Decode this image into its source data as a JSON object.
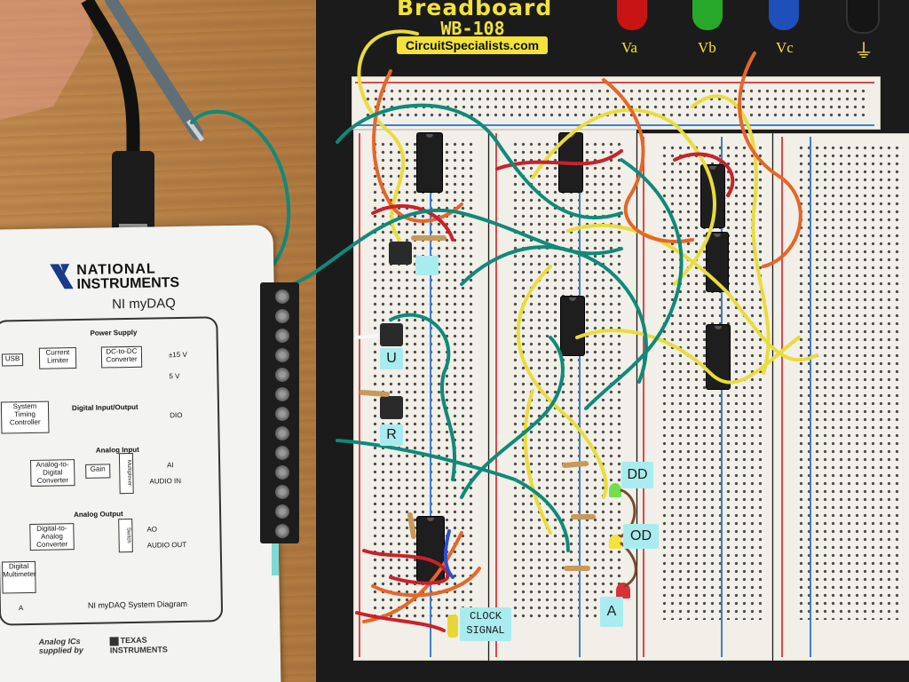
{
  "breadboard": {
    "brand": "Breadboard",
    "model": "WB-108",
    "vendor": "CircuitSpecialists.com",
    "posts": [
      "Va",
      "Vb",
      "Vc"
    ],
    "ground_symbol": "⏚"
  },
  "daq": {
    "brand_line1": "NATIONAL",
    "brand_line2": "INSTRUMENTS",
    "model": "NI myDAQ",
    "diagram": {
      "usb": "USB",
      "power_supply": "Power Supply",
      "current_limiter": "Current Limiter",
      "dc_dc_converter": "DC-to-DC Converter",
      "plus_minus_15v": "±15 V",
      "five_v": "5 V",
      "system_timing": "System Timing Controller",
      "digital_io": "Digital Input/Output",
      "dio": "DIO",
      "analog_input": "Analog Input",
      "adc": "Analog-to-Digital Converter",
      "gain": "Gain",
      "multiplexer": "Multiplexer",
      "ai": "AI",
      "audio_in": "AUDIO IN",
      "analog_output": "Analog Output",
      "dac": "Digital-to-Analog Converter",
      "switch": "Switch",
      "ao": "AO",
      "audio_out": "AUDIO OUT",
      "digital_multimeter": "Digital Multimeter",
      "meter_a": "A",
      "caption": "NI myDAQ System Diagram"
    },
    "footer_left": "Analog ICs supplied by",
    "footer_right": "TEXAS INSTRUMENTS"
  },
  "labels": {
    "u": "U",
    "r": "R",
    "dd": "DD",
    "od": "OD",
    "a": "A",
    "clock_line1": "CLOCK",
    "clock_line2": "SIGNAL"
  },
  "colors": {
    "desk": "#b9864c",
    "board_frame": "#1b1b1b",
    "strip": "#f1efe7",
    "rail_red": "#d94a4a",
    "rail_blue": "#3f7fd1",
    "note": "#a9ecef",
    "logo_yellow": "#f2e23a",
    "wire_teal": "#0f8a7a",
    "wire_yellow": "#e9dc3d",
    "wire_orange": "#e5662a",
    "wire_red": "#c8222c",
    "post_red": "#c81414",
    "post_green": "#28a828",
    "post_blue": "#1f4fb8",
    "post_black": "#151515"
  }
}
